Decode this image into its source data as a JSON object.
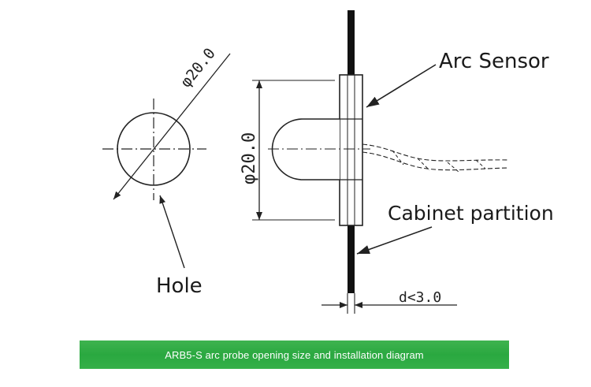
{
  "labels": {
    "arc_sensor": "Arc Sensor",
    "cabinet_partition": "Cabinet partition",
    "hole": "Hole"
  },
  "dimensions": {
    "hole_diameter": "φ20.0",
    "sensor_diameter": "φ20.0",
    "partition_thickness": "d<3.0"
  },
  "caption": "ARB5-S arc probe opening size and installation diagram",
  "colors": {
    "caption_bg": "#2fac44",
    "caption_text": "#ffffff",
    "line": "#222222"
  }
}
